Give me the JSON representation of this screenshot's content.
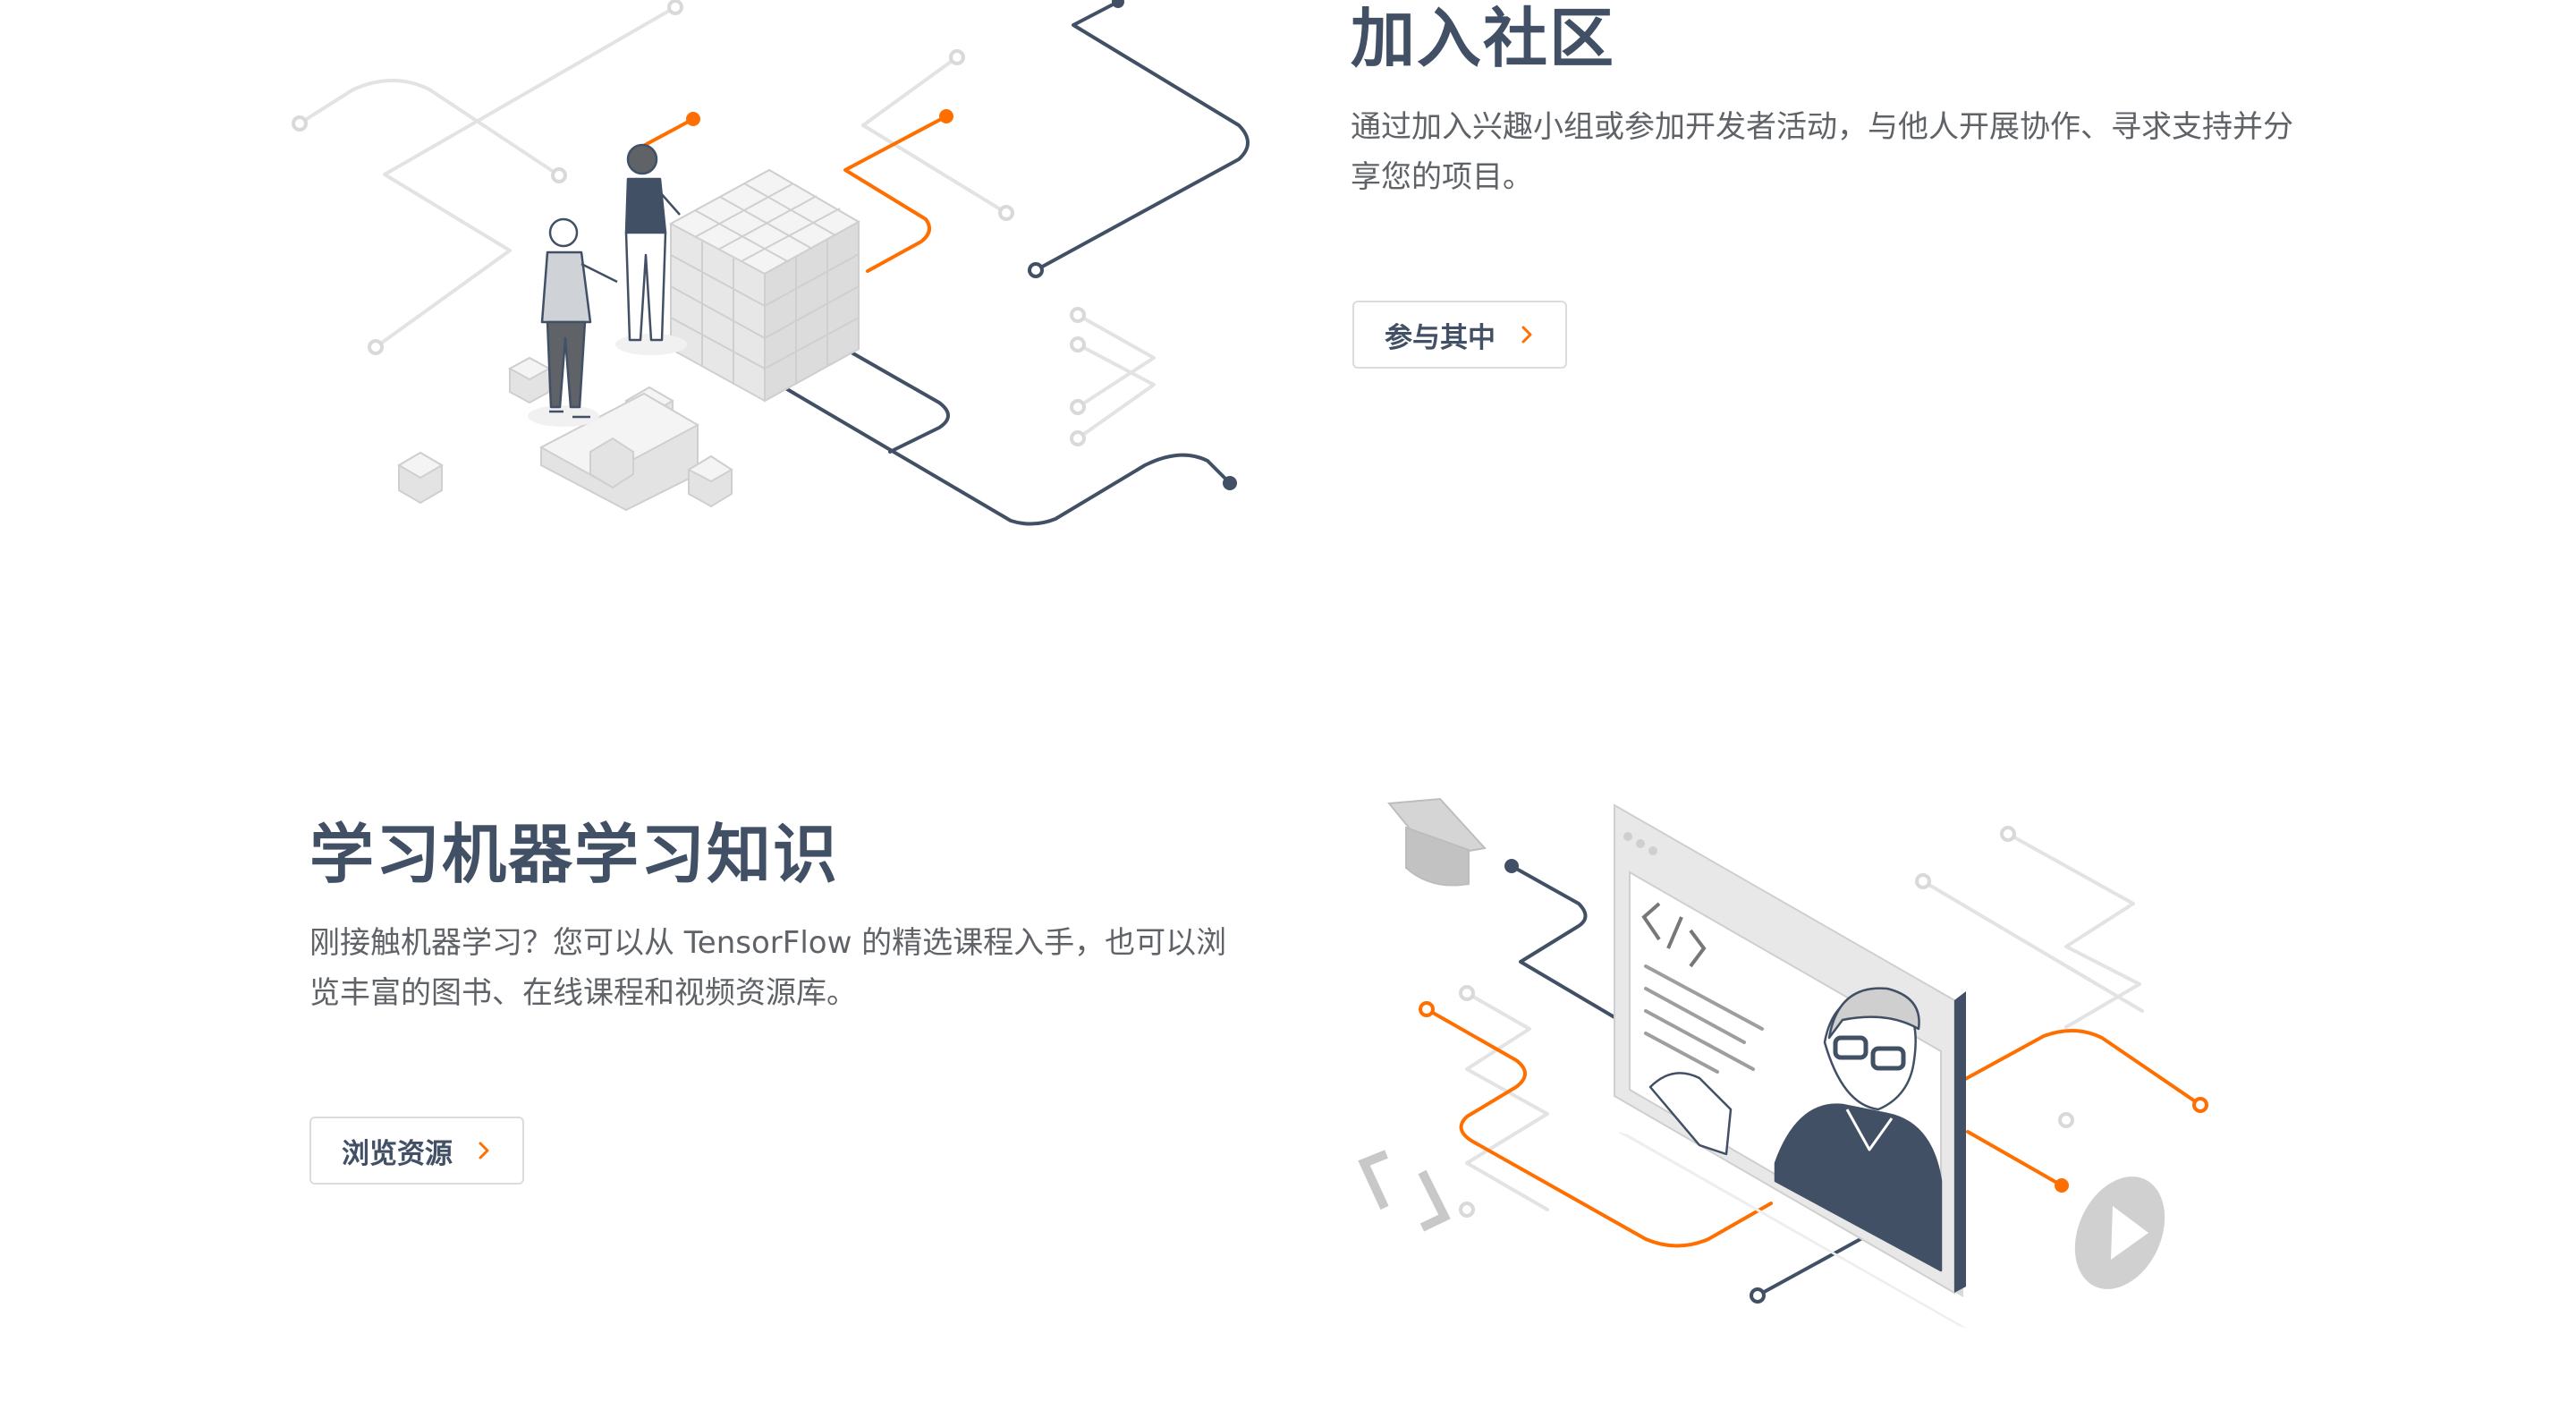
{
  "community": {
    "title": "加入社区",
    "description": "通过加入兴趣小组或参加开发者活动，与他人开展协作、寻求支持并分享您的项目。",
    "button_label": "参与其中"
  },
  "learn": {
    "title": "学习机器学习知识",
    "description": "刚接触机器学习？您可以从 TensorFlow 的精选课程入手，也可以浏览丰富的图书、在线课程和视频资源库。",
    "button_label": "浏览资源"
  },
  "colors": {
    "heading": "#425066",
    "body_text": "#5f6368",
    "accent": "#ff6f00",
    "navy_line": "#425066",
    "gray_line": "#e0e0e0"
  },
  "icons": {
    "button_arrow": "chevron-right-icon"
  }
}
